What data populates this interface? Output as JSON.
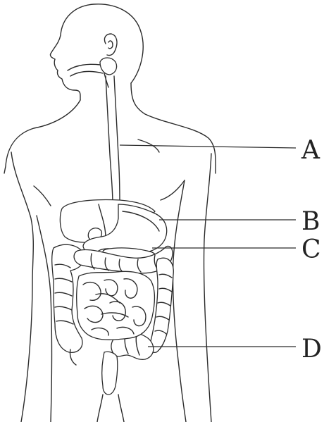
{
  "labels": {
    "a": "A",
    "b": "B",
    "c": "C",
    "d": "D"
  },
  "colors": {
    "line": "#2b2b2b",
    "background": "#ffffff"
  }
}
